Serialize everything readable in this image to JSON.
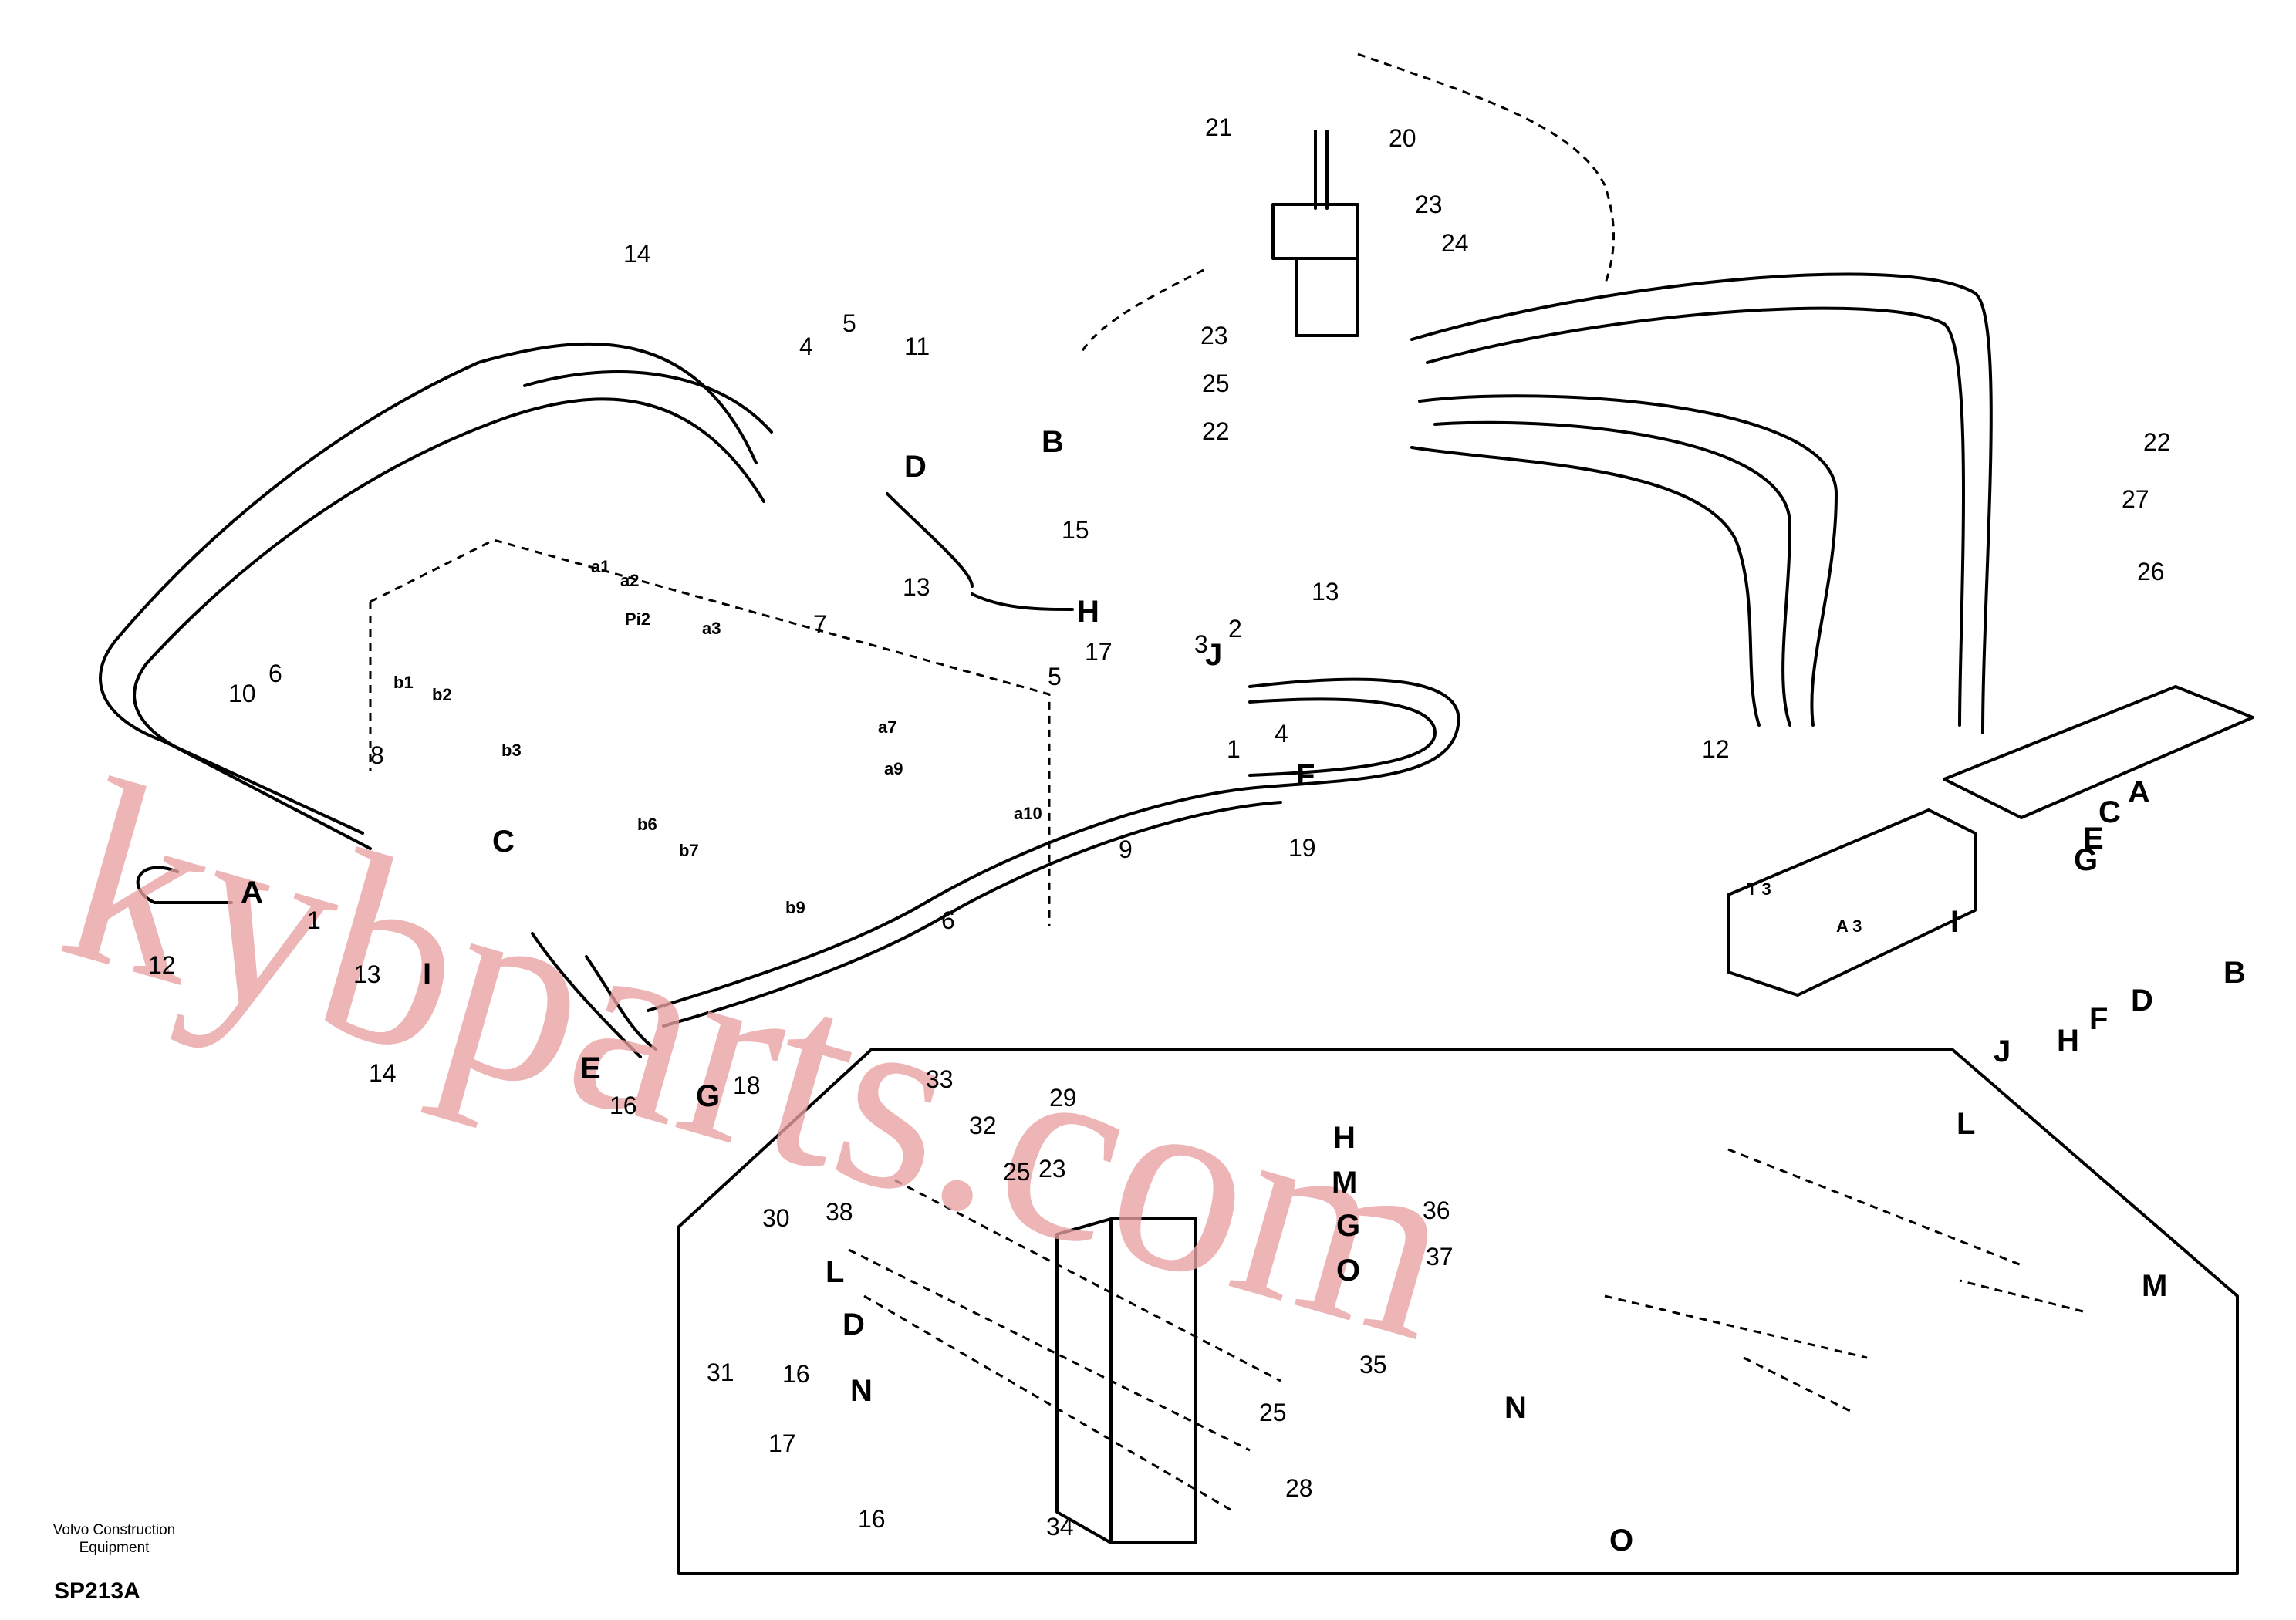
{
  "footer": {
    "brand_line1": "Volvo Construction",
    "brand_line2": "Equipment",
    "code": "SP213A"
  },
  "watermark": "kybparts.com",
  "part_labels": [
    "1",
    "2",
    "3",
    "4",
    "5",
    "6",
    "7",
    "8",
    "9",
    "10",
    "11",
    "12",
    "13",
    "14",
    "15",
    "16",
    "17",
    "18",
    "19",
    "20",
    "21",
    "22",
    "23",
    "24",
    "25",
    "26",
    "27",
    "28",
    "29",
    "30",
    "31",
    "32",
    "33",
    "34",
    "35",
    "36",
    "37",
    "38"
  ],
  "hose_labels": [
    "A",
    "B",
    "C",
    "D",
    "E",
    "F",
    "G",
    "H",
    "I",
    "J",
    "L",
    "M",
    "N",
    "O"
  ],
  "port_labels": [
    "a1",
    "a2",
    "a3",
    "a7",
    "a9",
    "a10",
    "Pi2",
    "b1",
    "b2",
    "b3",
    "b6",
    "b7",
    "b9",
    "T 3",
    "A 3"
  ],
  "colors": {
    "watermark": "#e8a0a0",
    "ink": "#000000"
  }
}
